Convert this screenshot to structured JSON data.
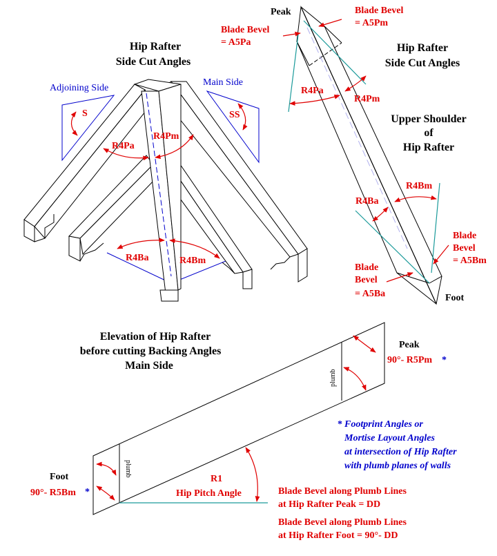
{
  "titles": {
    "side_cut_left_1": "Hip Rafter",
    "side_cut_left_2": "Side Cut Angles",
    "side_cut_right_1": "Hip Rafter",
    "side_cut_right_2": "Side Cut Angles",
    "upper_shoulder_1": "Upper Shoulder",
    "upper_shoulder_2": "of",
    "upper_shoulder_3": "Hip Rafter",
    "elevation_1": "Elevation of Hip Rafter",
    "elevation_2": "before cutting Backing Angles",
    "elevation_3": "Main Side"
  },
  "left_view": {
    "adjoining_side": "Adjoining Side",
    "main_side": "Main Side",
    "s": "S",
    "ss": "SS",
    "r4pa": "R4Pa",
    "r4pm": "R4Pm",
    "r4ba": "R4Ba",
    "r4bm": "R4Bm"
  },
  "right_view": {
    "peak": "Peak",
    "blade_bevel_top_1": "Blade Bevel",
    "blade_bevel_top_2": "= A5Pm",
    "blade_bevel_left_1": "Blade Bevel",
    "blade_bevel_left_2": "= A5Pa",
    "r4pa": "R4Pa",
    "r4pm": "R4Pm",
    "r4bm": "R4Bm",
    "r4ba": "R4Ba",
    "blade_1": "Blade",
    "bevel_1": "Bevel",
    "a5bm": "= A5Bm",
    "blade_2": "Blade",
    "bevel_2": "Bevel",
    "a5ba": "= A5Ba",
    "foot": "Foot"
  },
  "elevation": {
    "peak": "Peak",
    "peak_angle": "90°- R5Pm",
    "foot": "Foot",
    "foot_angle": "90°- R5Bm",
    "asterisk": "*",
    "plumb": "plumb",
    "r1": "R1",
    "hip_pitch": "Hip Pitch Angle",
    "note_1": "Footprint Angles or",
    "note_2": "Mortise Layout Angles",
    "note_3": "at intersection of Hip Rafter",
    "note_4": "with plumb planes of walls",
    "bb_peak_1": "Blade Bevel along Plumb Lines",
    "bb_peak_2": "at Hip Rafter Peak = DD",
    "bb_foot_1": "Blade Bevel along Plumb Lines",
    "bb_foot_2": "at Hip Rafter Foot = 90°- DD"
  }
}
